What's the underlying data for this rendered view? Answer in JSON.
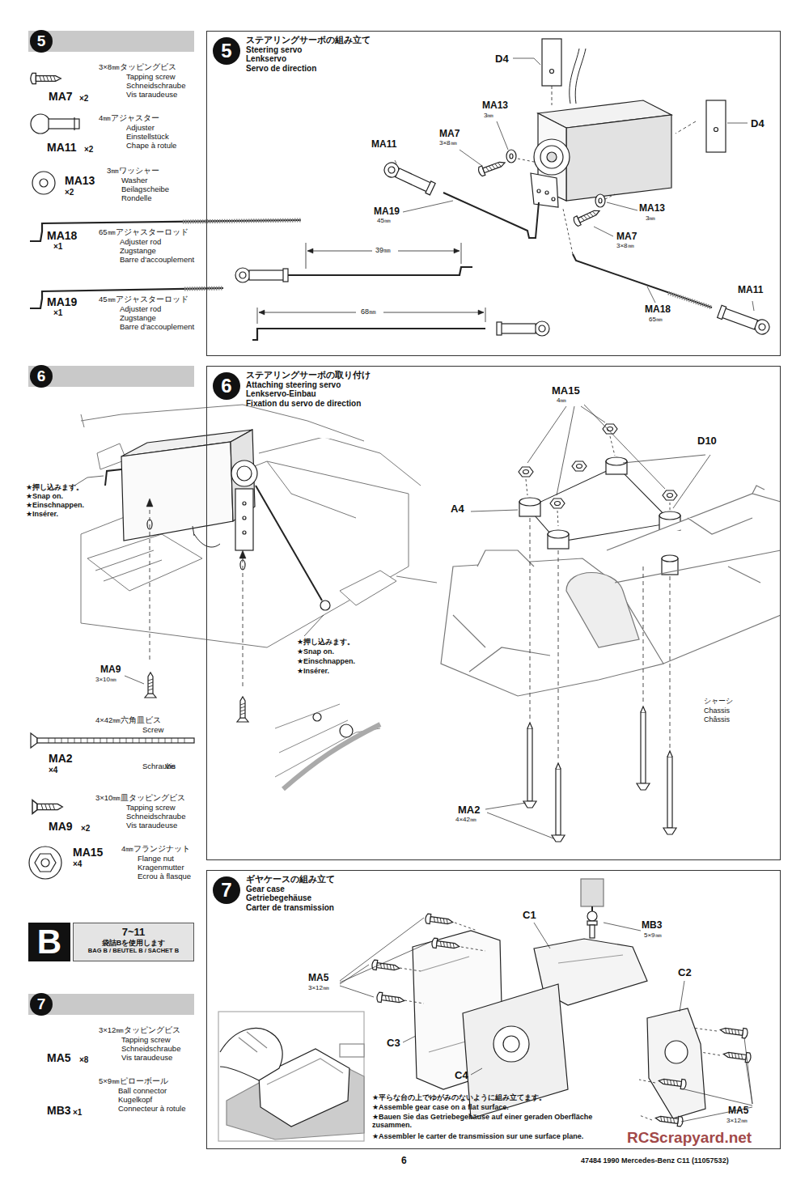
{
  "diagram": {
    "nodes": [
      {
        "text": [
          "5"
        ]
      },
      {
        "text": [
          "5",
          "ステアリングサーボの組み立て",
          "Steering servo",
          "Lenkservo",
          "Servo de direction"
        ]
      },
      {
        "text": [
          "6"
        ]
      },
      {
        "text": [
          "6",
          "ステアリングサーボの取り付け",
          "Attaching steering servo",
          "Lenkservo-Einbau",
          "Fixation du servo de direction"
        ]
      },
      {
        "text": [
          "B"
        ]
      },
      {
        "text": [
          "7~11",
          "袋詰Bを使用します",
          "BAG B / BEUTEL B / SACHET B"
        ]
      },
      {
        "text": [
          "7"
        ]
      },
      {
        "text": [
          "7",
          "ギヤケースの組み立て",
          "Gear case",
          "Getriebegehäuse",
          "Carter de transmission"
        ]
      }
    ],
    "labels": [
      "MA7",
      "×2",
      "3×8㎜タッピングビス",
      "Tapping screw",
      "Schneidschraube",
      "Vis taraudeuse",
      "MA11",
      "×2",
      "4㎜アジャスター",
      "Adjuster",
      "Einstellstück",
      "Chape à rotule",
      "MA13",
      "×2",
      "3㎜ワッシャー",
      "Washer",
      "Beilagscheibe",
      "Rondelle",
      "MA18",
      "×1",
      "65㎜アジャスターロッド",
      "Adjuster rod",
      "Zugstange",
      "Barre d'accouplement",
      "MA19",
      "×1",
      "45㎜アジャスターロッド",
      "Adjuster rod",
      "Zugstange",
      "Barre d'accouplement",
      "39㎜",
      "68㎜",
      "D4",
      "MA13",
      "3㎜",
      "MA7",
      "3×8㎜",
      "MA11",
      "MA19",
      "45㎜",
      "D4",
      "MA13",
      "3㎜",
      "MA7",
      "3×8㎜",
      "MA18",
      "65㎜",
      "MA11",
      "★押し込みます。",
      "★Snap on.",
      "★Einschnappen.",
      "★Insérer.",
      "★押し込みます。",
      "★Snap on.",
      "★Einschnappen.",
      "★Insérer.",
      "MA9",
      "3×10㎜",
      "MA2",
      "×4",
      "4×42㎜六角皿ビス",
      "Screw",
      "Schraube",
      "Vis",
      "MA9",
      "×2",
      "3×10㎜皿タッピングビス",
      "Tapping screw",
      "Schneidschraube",
      "Vis taraudeuse",
      "MA15",
      "×4",
      "4㎜フランジナット",
      "Flange nut",
      "Kragenmutter",
      "Ecrou à flasque",
      "MA15",
      "4㎜",
      "D10",
      "A4",
      "シャーシ",
      "Chassis",
      "Châssis",
      "MA2",
      "4×42㎜",
      "MA5",
      "×8",
      "3×12㎜タッピングビス",
      "Tapping screw",
      "Schneidschraube",
      "Vis taraudeuse",
      "MB3",
      "×1",
      "5×9㎜ピローボール",
      "Ball connector",
      "Kugelkopf",
      "Connecteur à rotule",
      "MB3",
      "5×9㎜",
      "C1",
      "C2",
      "MA5",
      "3×12㎜",
      "C3",
      "C4",
      "★平らな台の上でゆがみのないように組み立てます。",
      "★Assemble gear case on a flat surface.",
      "★Bauen Sie das Getriebegehäuse auf einer geraden Oberfläche zusammen.",
      "★Assembler le carter de transmission sur une surface plane.",
      "MA5",
      "3×12㎜",
      "6",
      "47484 1990 Mercedes-Benz C11 (11057532)",
      "RCScrapyard.net"
    ]
  }
}
